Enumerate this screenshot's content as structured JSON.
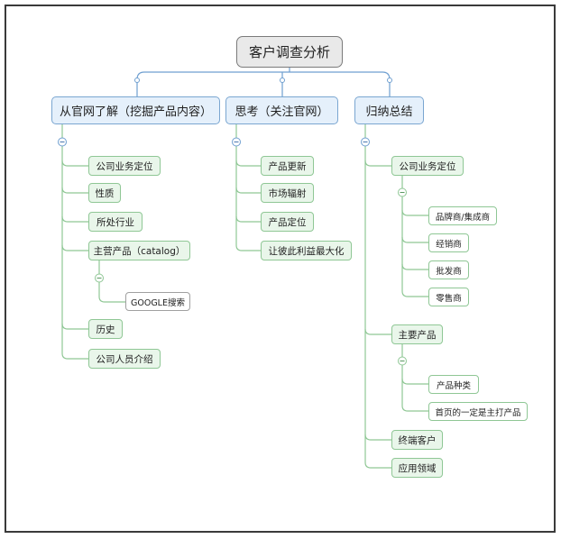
{
  "root": {
    "label": "客户调查分析"
  },
  "branches": [
    {
      "label": "从官网了解（挖掘产品内容）",
      "children": [
        {
          "label": "公司业务定位"
        },
        {
          "label": "性质"
        },
        {
          "label": "所处行业"
        },
        {
          "label": "主营产品（catalog）",
          "children": [
            {
              "label": "GOOGLE搜索"
            }
          ]
        },
        {
          "label": "历史"
        },
        {
          "label": "公司人员介绍"
        }
      ]
    },
    {
      "label": "思考（关注官网）",
      "children": [
        {
          "label": "产品更新"
        },
        {
          "label": "市场辐射"
        },
        {
          "label": "产品定位"
        },
        {
          "label": "让彼此利益最大化"
        }
      ]
    },
    {
      "label": "归纳总结",
      "children": [
        {
          "label": "公司业务定位",
          "children": [
            {
              "label": "品牌商/集成商"
            },
            {
              "label": "经销商"
            },
            {
              "label": "批发商"
            },
            {
              "label": "零售商"
            }
          ]
        },
        {
          "label": "主要产品",
          "children": [
            {
              "label": "产品种类"
            },
            {
              "label": "首页的一定是主打产品"
            }
          ]
        },
        {
          "label": "终端客户"
        },
        {
          "label": "应用领域"
        }
      ]
    }
  ],
  "colors": {
    "branch_line": "#6f9fd0",
    "green_line": "#8fc795",
    "gray_line": "#a0a0a0"
  }
}
